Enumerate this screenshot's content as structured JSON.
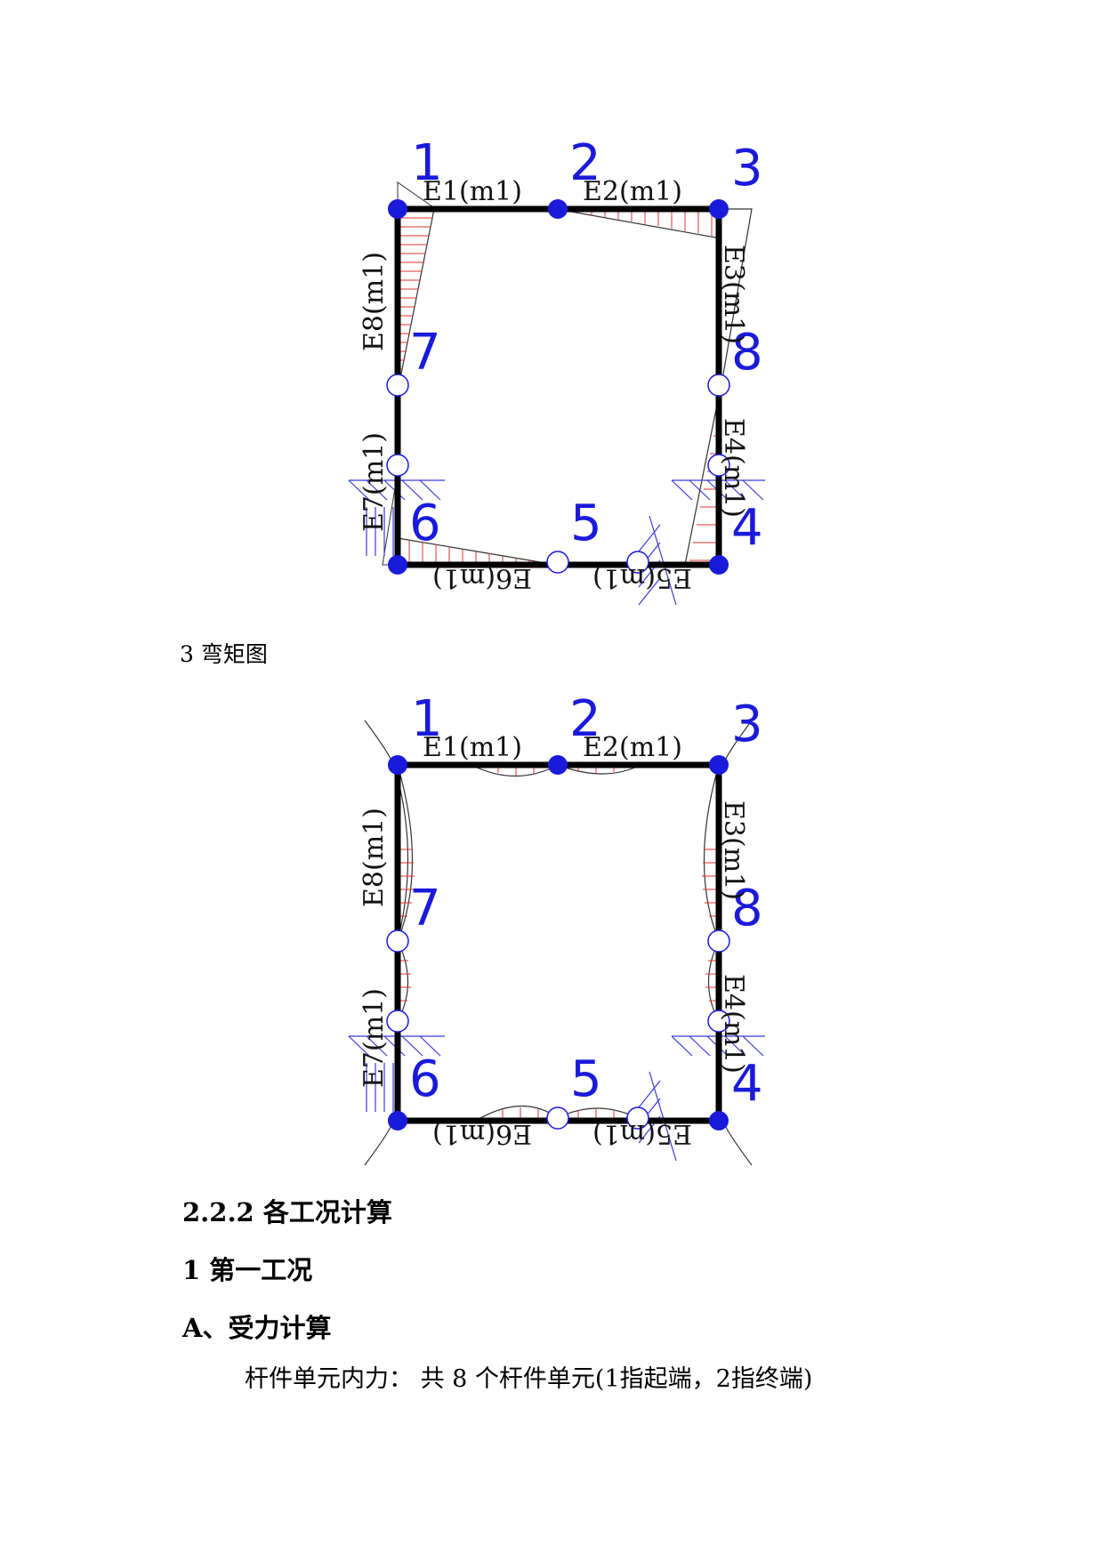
{
  "diagram1": {
    "nodes": [
      "1",
      "2",
      "3",
      "4",
      "5",
      "6",
      "7",
      "8"
    ],
    "elements": [
      "E1(m1)",
      "E2(m1)",
      "E3(m1)",
      "E4(m1)",
      "E5(m1)",
      "E6(m1)",
      "E7(m1)",
      "E8(m1)"
    ]
  },
  "caption": "3 弯矩图",
  "diagram2": {
    "nodes": [
      "1",
      "2",
      "3",
      "4",
      "5",
      "6",
      "7",
      "8"
    ],
    "elements": [
      "E1(m1)",
      "E2(m1)",
      "E3(m1)",
      "E4(m1)",
      "E5(m1)",
      "E6(m1)",
      "E7(m1)",
      "E8(m1)"
    ]
  },
  "headings": {
    "section": "2.2.2  各工况计算",
    "case1": "1  第一工况",
    "partA": "A、受力计算"
  },
  "paragraph": "杆件单元内力： 共 8 个杆件单元(1指起端，2指终端)"
}
